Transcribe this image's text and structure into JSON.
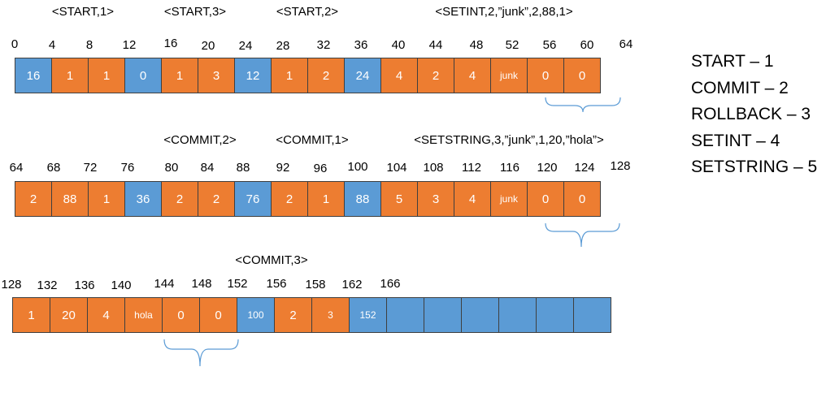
{
  "colors": {
    "orange": "#ED7D31",
    "blue": "#5B9BD5",
    "border": "#3F3F3F",
    "brace": "#5B9BD5"
  },
  "rows": [
    {
      "records": [
        "<START,1>",
        "<START,3>",
        "<START,2>",
        "<SETINT,2,”junk”,2,88,1>"
      ],
      "offsets": [
        "0",
        "4",
        "8",
        "12",
        "16",
        "20",
        "24",
        "28",
        "32",
        "36",
        "40",
        "44",
        "48",
        "52",
        "56",
        "60",
        "64"
      ],
      "cells": [
        {
          "text": "16",
          "color": "blue"
        },
        {
          "text": "1",
          "color": "orange"
        },
        {
          "text": "1",
          "color": "orange"
        },
        {
          "text": "0",
          "color": "blue"
        },
        {
          "text": "1",
          "color": "orange"
        },
        {
          "text": "3",
          "color": "orange"
        },
        {
          "text": "12",
          "color": "blue"
        },
        {
          "text": "1",
          "color": "orange"
        },
        {
          "text": "2",
          "color": "orange"
        },
        {
          "text": "24",
          "color": "blue"
        },
        {
          "text": "4",
          "color": "orange"
        },
        {
          "text": "2",
          "color": "orange"
        },
        {
          "text": "4",
          "color": "orange"
        },
        {
          "text": "junk",
          "color": "orange"
        },
        {
          "text": "0",
          "color": "orange"
        },
        {
          "text": "0",
          "color": "orange"
        }
      ]
    },
    {
      "records": [
        "<COMMIT,2>",
        "<COMMIT,1>",
        "<SETSTRING,3,”junk”,1,20,”hola”>"
      ],
      "offsets": [
        "64",
        "68",
        "72",
        "76",
        "80",
        "84",
        "88",
        "92",
        "96",
        "100",
        "104",
        "108",
        "112",
        "116",
        "120",
        "124",
        "128"
      ],
      "cells": [
        {
          "text": "2",
          "color": "orange"
        },
        {
          "text": "88",
          "color": "orange"
        },
        {
          "text": "1",
          "color": "orange"
        },
        {
          "text": "36",
          "color": "blue"
        },
        {
          "text": "2",
          "color": "orange"
        },
        {
          "text": "2",
          "color": "orange"
        },
        {
          "text": "76",
          "color": "blue"
        },
        {
          "text": "2",
          "color": "orange"
        },
        {
          "text": "1",
          "color": "orange"
        },
        {
          "text": "88",
          "color": "blue"
        },
        {
          "text": "5",
          "color": "orange"
        },
        {
          "text": "3",
          "color": "orange"
        },
        {
          "text": "4",
          "color": "orange"
        },
        {
          "text": "junk",
          "color": "orange"
        },
        {
          "text": "0",
          "color": "orange"
        },
        {
          "text": "0",
          "color": "orange"
        }
      ]
    },
    {
      "records": [
        "<COMMIT,3>"
      ],
      "offsets": [
        "128",
        "132",
        "136",
        "140",
        "144",
        "148",
        "152",
        "156",
        "158",
        "162",
        "166"
      ],
      "cells": [
        {
          "text": "1",
          "color": "orange"
        },
        {
          "text": "20",
          "color": "orange"
        },
        {
          "text": "4",
          "color": "orange"
        },
        {
          "text": "hola",
          "color": "orange"
        },
        {
          "text": "0",
          "color": "orange"
        },
        {
          "text": "0",
          "color": "orange"
        },
        {
          "text": "100",
          "color": "blue"
        },
        {
          "text": "2",
          "color": "orange"
        },
        {
          "text": "3",
          "color": "orange"
        },
        {
          "text": "152",
          "color": "blue"
        },
        {
          "text": "",
          "color": "blue"
        },
        {
          "text": "",
          "color": "blue"
        },
        {
          "text": "",
          "color": "blue"
        },
        {
          "text": "",
          "color": "blue"
        },
        {
          "text": "",
          "color": "blue"
        },
        {
          "text": "",
          "color": "blue"
        }
      ]
    }
  ],
  "legend": [
    "START – 1",
    "COMMIT – 2",
    "ROLLBACK – 3",
    "SETINT – 4",
    "SETSTRING – 5"
  ]
}
